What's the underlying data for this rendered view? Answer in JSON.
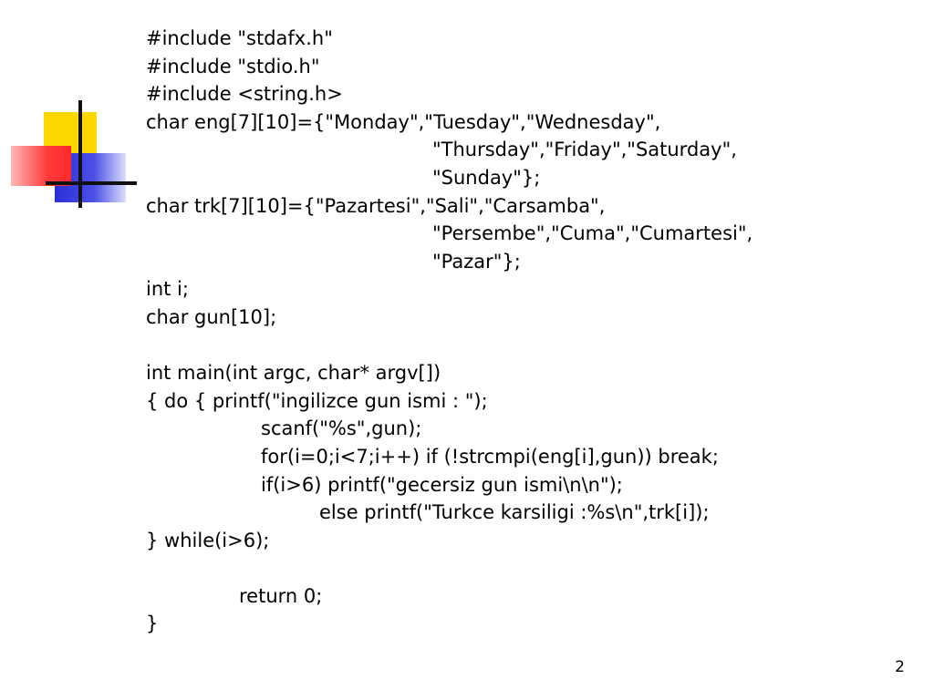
{
  "slide": {
    "page_number": "2",
    "code_lines": [
      {
        "text": "#include \"stdafx.h\"",
        "indent": 0
      },
      {
        "text": "#include \"stdio.h\"",
        "indent": 0
      },
      {
        "text": "#include <string.h>",
        "indent": 0
      },
      {
        "text": "char eng[7][10]={\"Monday\",\"Tuesday\",\"Wednesday\",",
        "indent": 0
      },
      {
        "text": "\"Thursday\",\"Friday\",\"Saturday\",",
        "indent": 4
      },
      {
        "text": "\"Sunday\"};",
        "indent": 4
      },
      {
        "text": "char trk[7][10]={\"Pazartesi\",\"Sali\",\"Carsamba\",",
        "indent": 0
      },
      {
        "text": "\"Persembe\",\"Cuma\",\"Cumartesi\",",
        "indent": 4
      },
      {
        "text": "\"Pazar\"};",
        "indent": 4
      },
      {
        "text": "int i;",
        "indent": 0
      },
      {
        "text": "char gun[10];",
        "indent": 0
      },
      {
        "text": "",
        "indent": 0
      },
      {
        "text": "int main(int argc, char* argv[])",
        "indent": 0
      },
      {
        "text": "{ do { printf(\"ingilizce gun ismi : \");",
        "indent": 0
      },
      {
        "text": "scanf(\"%s\",gun);",
        "indent": 2
      },
      {
        "text": "for(i=0;i<7;i++) if (!strcmpi(eng[i],gun)) break;",
        "indent": 2
      },
      {
        "text": "if(i>6) printf(\"gecersiz gun ismi\\n\\n\");",
        "indent": 2
      },
      {
        "text": "else printf(\"Turkce karsiligi :%s\\n\",trk[i]);",
        "indent": 3
      },
      {
        "text": "} while(i>6);",
        "indent": 0
      },
      {
        "text": "",
        "indent": 0
      },
      {
        "text": "return 0;",
        "indent": 1
      },
      {
        "text": "}",
        "indent": 0
      }
    ]
  },
  "colors": {
    "decor_yellow": "#ffd700",
    "decor_blue": "#2a2fd8",
    "decor_red": "#ff3b3b",
    "text": "#000000",
    "background": "#ffffff"
  }
}
